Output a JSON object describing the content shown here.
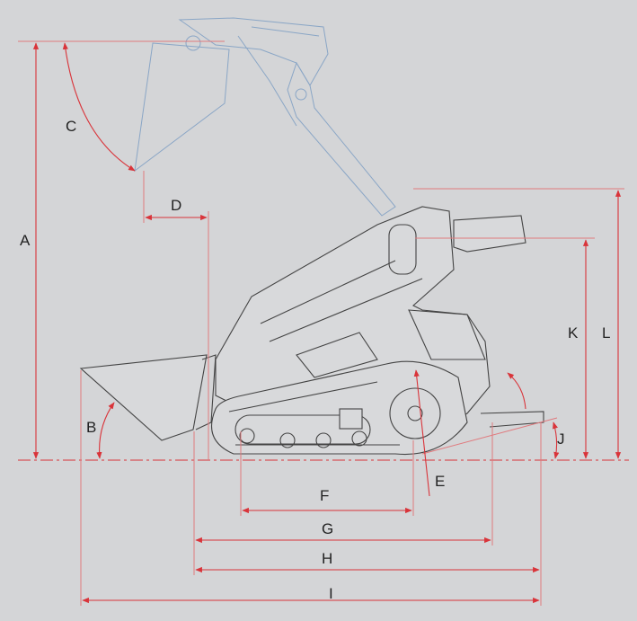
{
  "diagram": {
    "title": "Mini track loader dimensions",
    "labels": {
      "A": "A",
      "B": "B",
      "C": "C",
      "D": "D",
      "E": "E",
      "F": "F",
      "G": "G",
      "H": "H",
      "I": "I",
      "J": "J",
      "K": "K",
      "L": "L"
    },
    "colors": {
      "background": "#d4d5d7",
      "dimension": "#d9343a",
      "machine": "#444444",
      "raised_arm": "#8aa6c6"
    }
  }
}
